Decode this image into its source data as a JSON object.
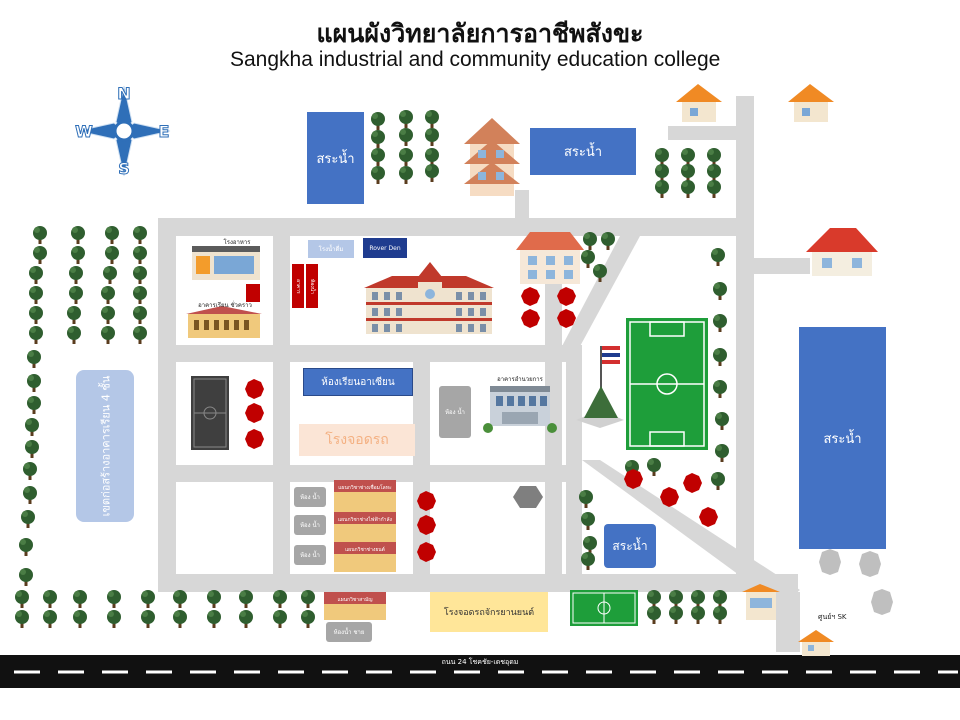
{
  "header": {
    "title_th": "แผนผังวิทยาลัยการอาชีพสังขะ",
    "title_en": "Sangkha industrial and community education college"
  },
  "compass": {
    "n": "N",
    "s": "S",
    "e": "E",
    "w": "W"
  },
  "labels": {
    "pond_top_left": "สระน้ำ",
    "pond_top_right": "สระน้ำ",
    "pond_right": "สระน้ำ",
    "pond_small": "สระน้ำ",
    "canteen": "โรงอาหาร",
    "dorm_building": "อาคารเรียน ชั่วคราว",
    "water_room": "โรงน้ำดื่ม",
    "rover_den": "Rover Den",
    "small_red_1": "อาคาร",
    "small_red_2": "ห้องน้ำ",
    "asean_room": "ห้องเรียนอาเซียน",
    "parking": "โรงจอดรถ",
    "admin_building": "อาคารอำนวยการ",
    "grey_center": "ห้อง น้ำ",
    "grey_1": "ห้อง น้ำ",
    "grey_2": "ห้อง น้ำ",
    "grey_3": "ห้อง น้ำ",
    "grey_bottom": "ห้องน้ำ ชาย",
    "dept_1": "แผนกวิชาช่างเชื่อมโลหะ",
    "dept_2": "แผนกวิชาช่างไฟฟ้ากำลัง",
    "dept_3": "แผนกวิชาช่างยนต์",
    "dept_4": "แผนกวิชาสามัญ",
    "left_building": "เขตก่อสร้างอาคารเรียน 4 ชั้น",
    "motorcycle_parking": "โรงจอดรถจักรยานยนต์",
    "sk_center": "ศูนย์ฯ SK",
    "road_name": "ถนน 24 โชคชัย-เดชอุดม"
  },
  "colors": {
    "road": "#d7d7d7",
    "pond": "#4472c4",
    "field": "#1e9e3a",
    "tree": "#2f5e2f",
    "red_marker": "#c00000",
    "highway": "#111111"
  }
}
